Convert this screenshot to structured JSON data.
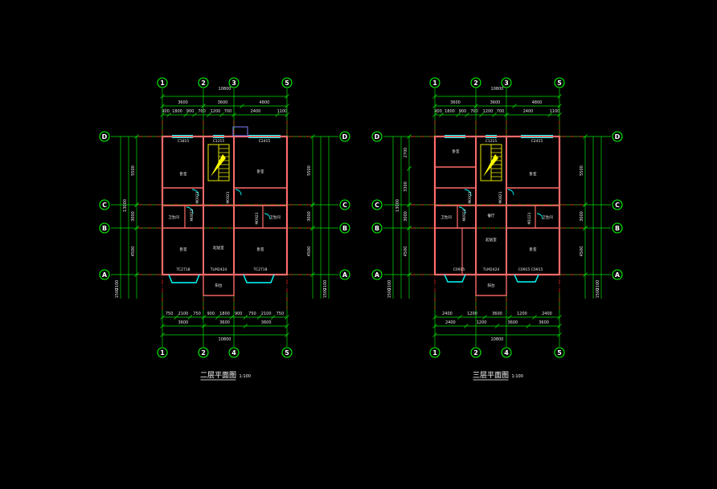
{
  "colors": {
    "background": "#000000",
    "dimension": "#00e000",
    "axis_line": "#ff2a2a",
    "wall": "#ff6b6b",
    "window": "#00ffff",
    "stair": "#ffff00",
    "axis_circle": "#00ff00",
    "text": "#ffffff"
  },
  "plans": [
    {
      "title": "二层平面图",
      "scale": "1:100",
      "top_overall": "10800",
      "top_mid": [
        "3600",
        "3600",
        "4800"
      ],
      "top_detail": [
        "900",
        "1800",
        "900",
        "700",
        "1200",
        "700",
        "2400",
        "1100"
      ],
      "bottom_detail": [
        "750",
        "2100",
        "750",
        "900",
        "1800",
        "900",
        "750",
        "2100",
        "750"
      ],
      "bottom_mid": [
        "3600",
        "3600",
        "3600"
      ],
      "bottom_overall": "10800",
      "top_axes": [
        "1",
        "2",
        "3",
        "5"
      ],
      "bottom_axes": [
        "1",
        "2",
        "4",
        "5"
      ],
      "row_axes": [
        "D",
        "C",
        "B",
        "A"
      ],
      "left_dims": [
        "5500",
        "3000",
        "4500"
      ],
      "left_total": "13000",
      "right_dims": [
        "5500",
        "3000",
        "4500"
      ],
      "bottom_side_dims": [
        "2100",
        "1500"
      ],
      "rooms": [
        "卧室",
        "卧室",
        "卫生间",
        "卧室",
        "起居室",
        "卧室",
        "阳台",
        "卫生间"
      ],
      "windows_top": [
        "C1815",
        "C1215",
        "C2415"
      ],
      "windows_bottom": [
        "TC2718",
        "TLM2424",
        "TC2718"
      ],
      "doors": [
        "M0921",
        "M0821",
        "M0921",
        "M0921"
      ]
    },
    {
      "title": "三层平面图",
      "scale": "1:100",
      "top_overall": "10800",
      "top_mid": [
        "3600",
        "3600",
        "4800"
      ],
      "top_detail": [
        "900",
        "1800",
        "900",
        "700",
        "1200",
        "700",
        "2400",
        "1100"
      ],
      "bottom_detail": [
        "2400",
        "1200",
        "3600",
        "1200",
        "2400"
      ],
      "bottom_mid": [
        "2400",
        "1200",
        "3600",
        "3600"
      ],
      "bottom_overall": "10800",
      "top_axes": [
        "1",
        "2",
        "3",
        "5"
      ],
      "bottom_axes": [
        "1",
        "2",
        "4",
        "5"
      ],
      "row_axes": [
        "D",
        "C",
        "B",
        "A"
      ],
      "left_dims": [
        "2700",
        "3300",
        "3000",
        "4500"
      ],
      "left_total": "13000",
      "right_dims": [
        "5500",
        "3000",
        "4500"
      ],
      "bottom_side_dims": [
        "2100",
        "1500"
      ],
      "rooms": [
        "卧室",
        "卧室",
        "卫生间",
        "餐厅",
        "起居室",
        "卧室",
        "卫生间",
        "阳台"
      ],
      "windows_top": [
        "C1215",
        "C2415"
      ],
      "windows_bottom": [
        "C0915",
        "TLM2424",
        "C0915 C0915"
      ],
      "doors": [
        "M0921",
        "M0921",
        "M0821",
        "M1021"
      ]
    }
  ]
}
